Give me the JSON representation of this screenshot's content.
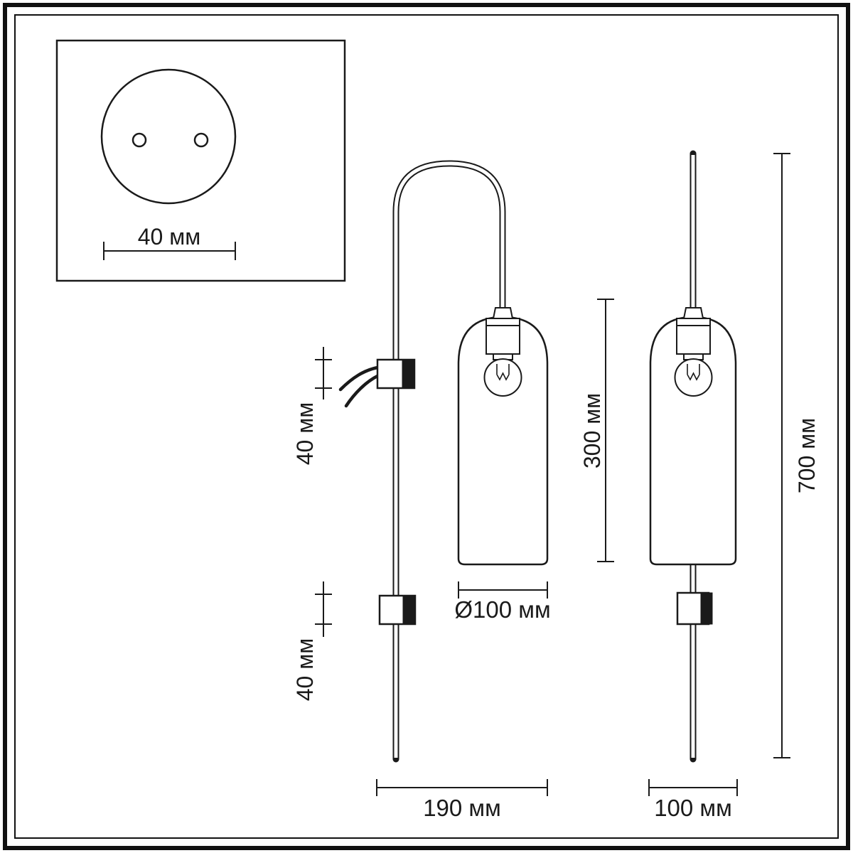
{
  "drawing": {
    "type": "wall-lamp-dimension-drawing",
    "ink_color": "#1a1a1a",
    "detail_view": {
      "description": "wall mounting plate with two screw holes",
      "hole_spacing_label": "40 мм"
    },
    "side_view": {
      "upper_bracket_label": "40 мм",
      "lower_bracket_label": "40 мм",
      "shade_diameter_label": "Ø100 мм",
      "shade_height_label": "300 мм",
      "depth_label": "190 мм"
    },
    "front_view": {
      "total_height_label": "700 мм",
      "width_label": "100 мм"
    }
  }
}
